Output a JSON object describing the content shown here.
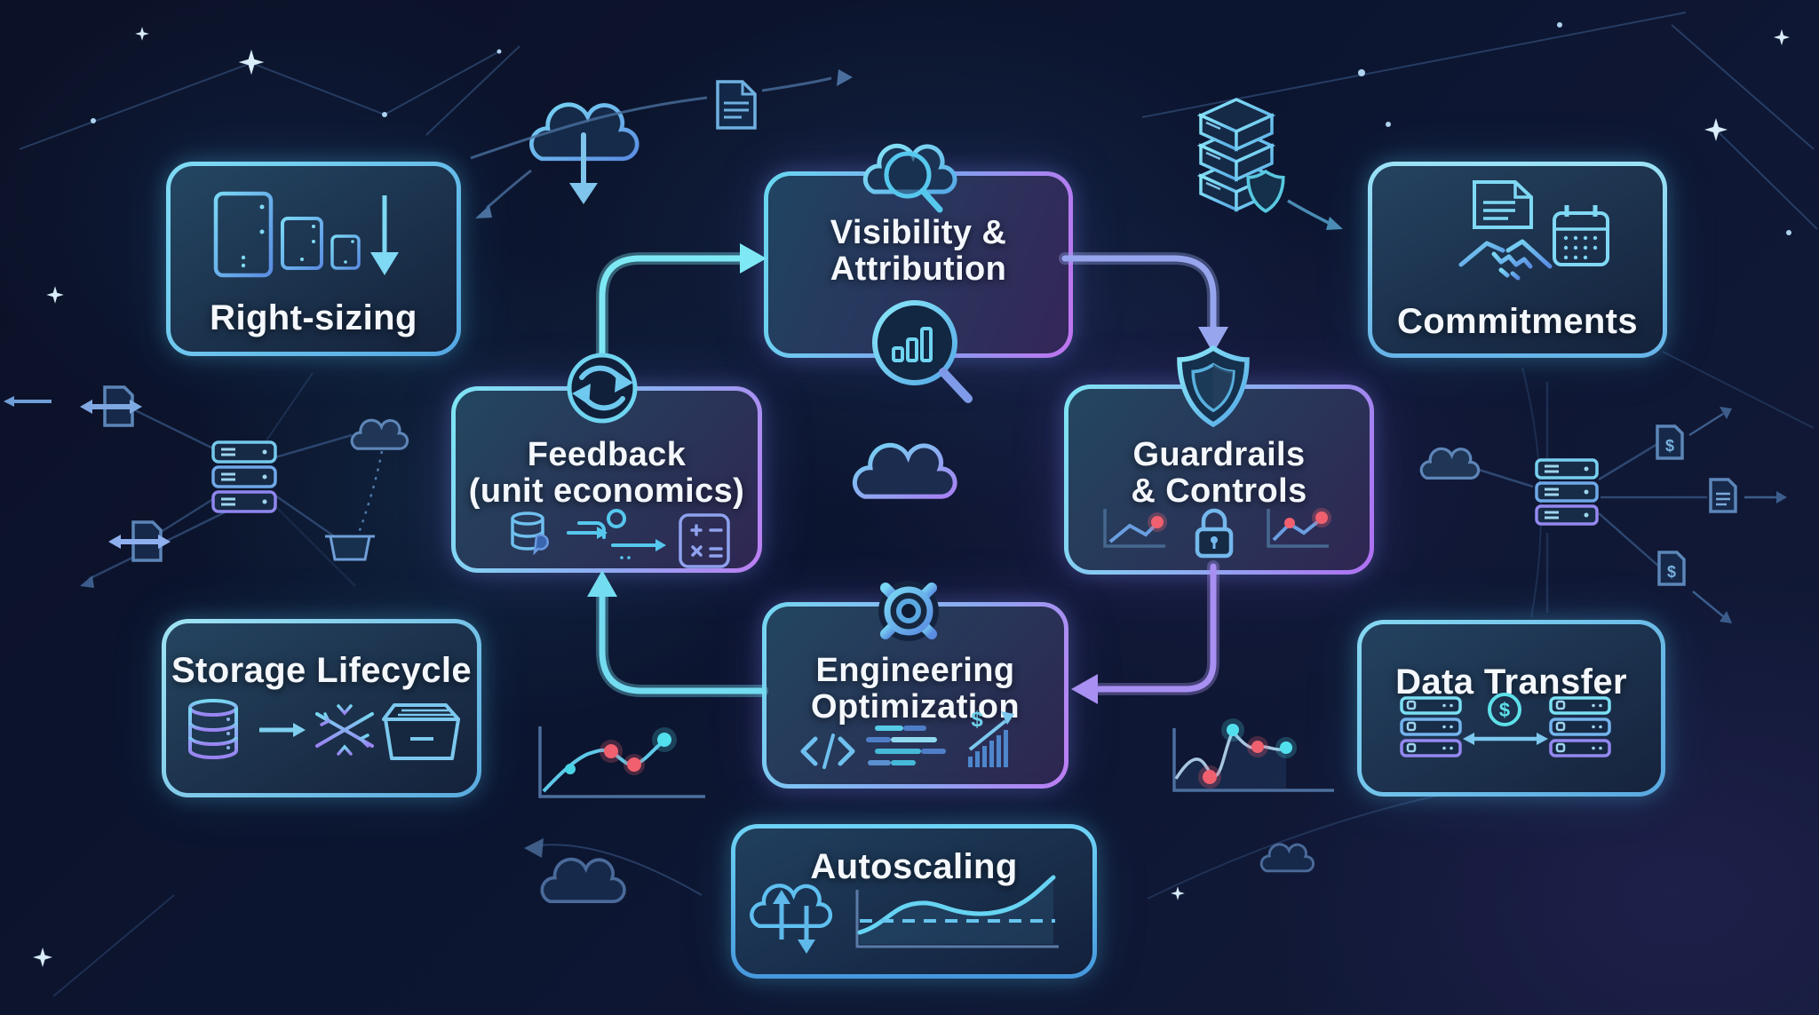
{
  "nodes": {
    "right_sizing": {
      "label": "Right-sizing",
      "icons": [
        "server-large-icon",
        "server-medium-icon",
        "server-small-icon",
        "down-arrow-icon"
      ]
    },
    "visibility": {
      "line1": "Visibility &",
      "line2": "Attribution",
      "icons": [
        "cloud-search-icon",
        "search-bar-chart-icon"
      ]
    },
    "commitments": {
      "label": "Commitments",
      "icons": [
        "contract-handshake-icon",
        "calendar-icon"
      ]
    },
    "feedback": {
      "line1": "Feedback",
      "line2": "(unit economics)",
      "icons": [
        "refresh-cycle-icon",
        "database-icon",
        "flow-arrows-icon",
        "calc-sheet-icon"
      ]
    },
    "guardrails": {
      "line1": "Guardrails",
      "line2": "& Controls",
      "icons": [
        "shield-icon",
        "alert-chart-icon",
        "padlock-icon",
        "alert-chart-icon"
      ]
    },
    "storage": {
      "label": "Storage Lifecycle",
      "icons": [
        "database-cylinder-icon",
        "right-arrow-icon",
        "snowflake-icon",
        "archive-box-icon"
      ]
    },
    "engineering": {
      "line1": "Engineering",
      "line2": "Optimization",
      "icons": [
        "gear-icon",
        "code-brackets-icon",
        "code-lines-icon",
        "dollar-growth-chart-icon"
      ]
    },
    "data_transfer": {
      "label": "Data Transfer",
      "icons": [
        "server-stack-icon",
        "dollar-circle-icon",
        "bidirectional-arrow-icon",
        "server-stack-icon"
      ]
    },
    "autoscaling": {
      "label": "Autoscaling",
      "icons": [
        "cloud-scale-arrows-icon",
        "usage-wave-chart-icon"
      ]
    }
  },
  "cycle_flow": [
    {
      "from": "Feedback (unit economics)",
      "to": "Visibility & Attribution"
    },
    {
      "from": "Visibility & Attribution",
      "to": "Guardrails & Controls"
    },
    {
      "from": "Guardrails & Controls",
      "to": "Engineering Optimization"
    },
    {
      "from": "Engineering Optimization",
      "to": "Feedback (unit economics)"
    }
  ],
  "colors": {
    "background": "#0c1228",
    "box_fill": "#1c3450",
    "accent_cyan": "#6fd9f2",
    "accent_purple": "#a97ef2",
    "alert_red": "#f2636e",
    "dot_cyan": "#52e0ee",
    "text": "#f4f8fc"
  },
  "background_elements": [
    "cloud-download-icon",
    "document-icon",
    "iso-server-stack-icon",
    "shield-small-icon",
    "cloud-icons",
    "server-hub-left",
    "server-hub-right",
    "document-sync-icons",
    "dollar-document-icons",
    "line-chart-left",
    "line-chart-right",
    "constellation-lines",
    "sparkle-stars"
  ]
}
